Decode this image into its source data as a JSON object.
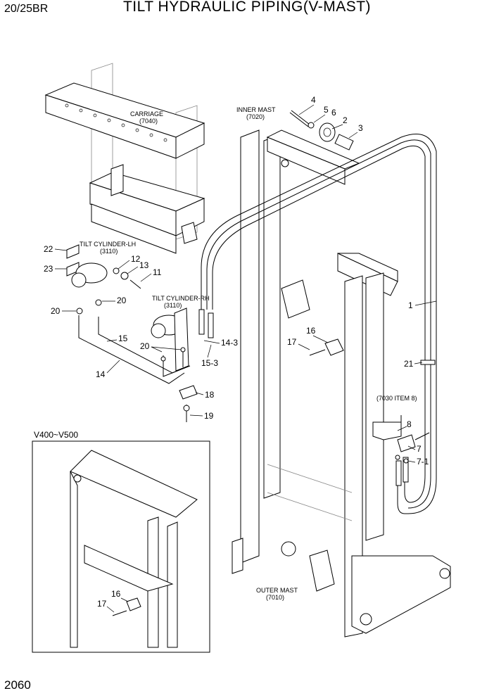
{
  "header": {
    "model": "20/25BR",
    "title": "TILT HYDRAULIC PIPING(V-MAST)"
  },
  "footer": {
    "page": "2060"
  },
  "assemblies": {
    "carriage": {
      "name": "CARRIAGE",
      "code": "(7040)"
    },
    "inner_mast": {
      "name": "INNER MAST",
      "code": "(7020)"
    },
    "outer_mast": {
      "name": "OUTER MAST",
      "code": "(7010)"
    },
    "tilt_lh": {
      "name": "TILT CYLINDER-LH",
      "code": "(3110)"
    },
    "tilt_rh": {
      "name": "TILT CYLINDER-RH",
      "code": "(3110)"
    },
    "item_ref": "(7030 ITEM 8)"
  },
  "inset": {
    "label": "V400~V500"
  },
  "callouts": {
    "c4": "4",
    "c5": "5",
    "c6": "6",
    "c2": "2",
    "c3": "3",
    "c1": "1",
    "c21": "21",
    "c22": "22",
    "c23": "23",
    "c12": "12",
    "c13": "13",
    "c11": "11",
    "c20a": "20",
    "c20b": "20",
    "c20c": "20",
    "c15": "15",
    "c14": "14",
    "c14_3": "14-3",
    "c15_3": "15-3",
    "c18": "18",
    "c19": "19",
    "c16": "16",
    "c17": "17",
    "c8": "8",
    "c7": "7",
    "c7_1": "7-1",
    "c16b": "16",
    "c17b": "17"
  }
}
